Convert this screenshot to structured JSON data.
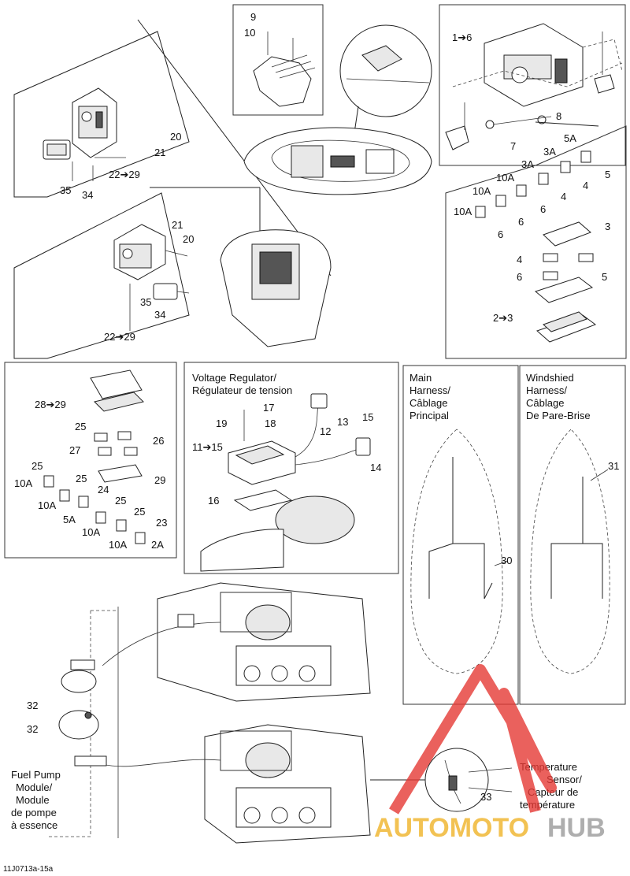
{
  "diagram_id": "11J0713a-15a",
  "watermark": {
    "part1": "AUTOMOTO",
    "part2": "HUB",
    "color1": "#f0b429",
    "color2": "#9a9a9a",
    "accent": "#e53935"
  },
  "sections": {
    "voltage_regulator": {
      "line1": "Voltage Regulator/",
      "line2": "Régulateur de tension"
    },
    "main_harness": {
      "line1": "Main",
      "line2": "Harness/",
      "line3": "Câblage",
      "line4": "Principal"
    },
    "windshield_harness": {
      "line1": "Windshied",
      "line2": "Harness/",
      "line3": "Câblage",
      "line4": "De Pare-Brise"
    },
    "fuel_pump": {
      "line1": "Fuel Pump",
      "line2": "Module/",
      "line3": "Module",
      "line4": "de pompe",
      "line5": "à essence"
    },
    "temp_sensor": {
      "line1": "Temperature",
      "line2": "Sensor/",
      "line3": "Capteur de",
      "line4": "température"
    }
  },
  "callouts": {
    "c9": "9",
    "c10": "10",
    "c1to6": "1➔6",
    "c8": "8",
    "c7": "7",
    "tl20": "20",
    "tl21": "21",
    "tl22": "22➔29",
    "tl35": "35",
    "tl34": "34",
    "ml21": "21",
    "ml20": "20",
    "ml35": "35",
    "ml34": "34",
    "ml22": "22➔29",
    "r5A": "5A",
    "r3A1": "3A",
    "r3A2": "3A",
    "r10A1": "10A",
    "r10A2": "10A",
    "r10A3": "10A",
    "r5a": "5",
    "r4a": "4",
    "r4b": "4",
    "r6a": "6",
    "r6b": "6",
    "r6c": "6",
    "r3": "3",
    "r4c": "4",
    "r5b": "5",
    "r6d": "6",
    "r2to3": "2➔3",
    "f28": "28➔29",
    "f25a": "25",
    "f26": "26",
    "f27": "27",
    "f25b": "25",
    "f10Aa": "10A",
    "f25c": "25",
    "f29": "29",
    "f10Ab": "10A",
    "f24": "24",
    "f25d": "25",
    "f5A": "5A",
    "f25e": "25",
    "f10Ac": "10A",
    "f23": "23",
    "f10Ad": "10A",
    "f2A": "2A",
    "v17": "17",
    "v19": "19",
    "v18": "18",
    "v13": "13",
    "v12": "12",
    "v15": "15",
    "v11": "11➔15",
    "v14": "14",
    "v16": "16",
    "h31": "31",
    "h30": "30",
    "p32a": "32",
    "p32b": "32",
    "s33": "33"
  }
}
